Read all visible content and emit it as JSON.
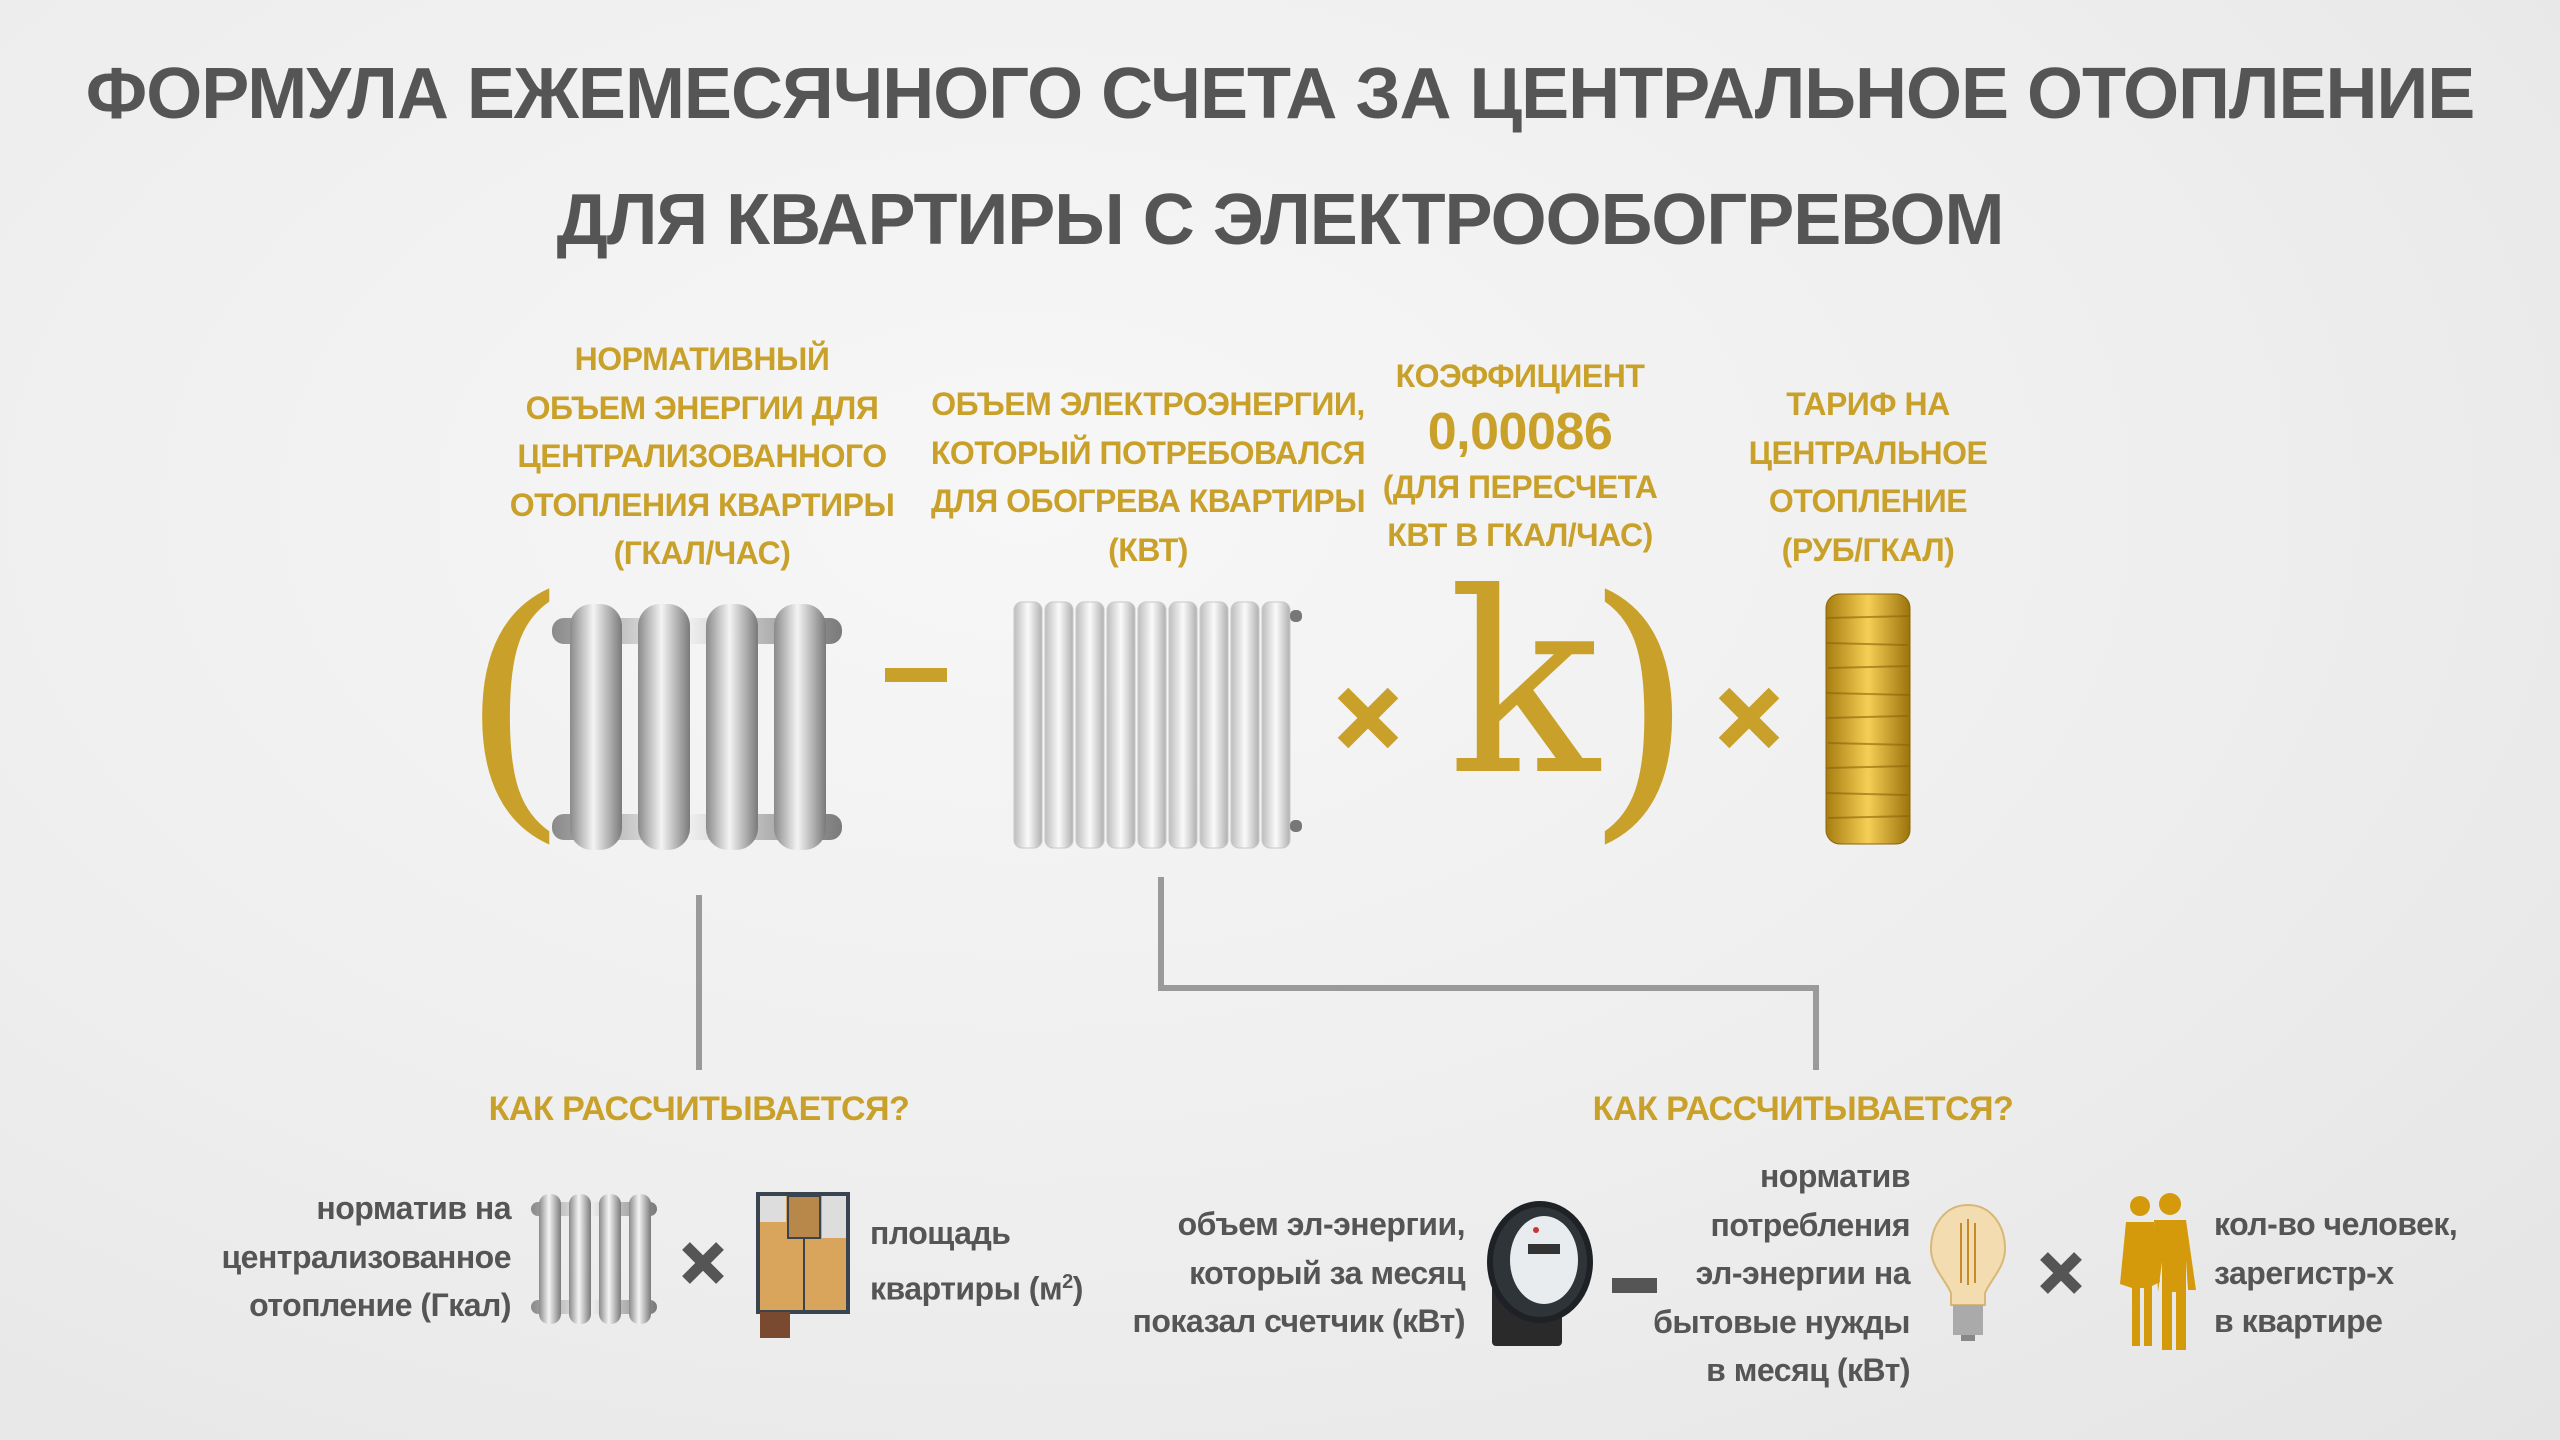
{
  "title": {
    "line1": "ФОРМУЛА ЕЖЕМЕСЯЧНОГО СЧЕТА ЗА ЦЕНТРАЛЬНОЕ ОТОПЛЕНИЕ",
    "line2": "ДЛЯ КВАРТИРЫ С ЭЛЕКТРООБОГРЕВОМ"
  },
  "labels": {
    "normative_volume": [
      "НОРМАТИВНЫЙ",
      "ОБЪЕМ ЭНЕРГИИ ДЛЯ",
      "ЦЕНТРАЛИЗОВАННОГО",
      "ОТОПЛЕНИЯ КВАРТИРЫ",
      "(ГКАЛ/ЧАС)"
    ],
    "electricity_volume": [
      "ОБЪЕМ ЭЛЕКТРОЭНЕРГИИ,",
      "КОТОРЫЙ ПОТРЕБОВАЛСЯ",
      "ДЛЯ ОБОГРЕВА КВАРТИРЫ",
      "(КВТ)"
    ],
    "coefficient": {
      "title": "КОЭФФИЦИЕНТ",
      "value": "0,00086",
      "note": [
        "(ДЛЯ ПЕРЕСЧЕТА",
        "КВТ В ГКАЛ/ЧАС)"
      ]
    },
    "tariff": [
      "ТАРИФ НА",
      "ЦЕНТРАЛЬНОЕ",
      "ОТОПЛЕНИЕ",
      "(РУБ/ГКАЛ)"
    ]
  },
  "formula": {
    "open_paren": "(",
    "minus": "-",
    "times": "×",
    "k": "k",
    "close_paren": ")",
    "times2": "×"
  },
  "how_calculated": {
    "left_heading": "КАК РАССЧИТЫВАЕТСЯ?",
    "right_heading": "КАК РАССЧИТЫВАЕТСЯ?"
  },
  "bottom_left": {
    "norm_text": [
      "норматив на",
      "централизованное",
      "отопление (Гкал)"
    ],
    "area_text": [
      "площадь",
      "квартиры (м"
    ],
    "area_sup": "2",
    "area_close": ")"
  },
  "bottom_right": {
    "meter_text": [
      "объем эл-энергии,",
      "который за месяц",
      "показал счетчик (кВт)"
    ],
    "norm_text": [
      "норматив",
      "потребления",
      "эл-энергии на",
      "бытовые нужды",
      "в месяц (кВт)"
    ],
    "people_text": [
      "кол-во человек,",
      "зарегистр-х",
      "в квартире"
    ]
  },
  "colors": {
    "accent": "#c9a12a",
    "title": "#555555",
    "operator_gray": "#555555",
    "connector": "#9a9a9a"
  }
}
